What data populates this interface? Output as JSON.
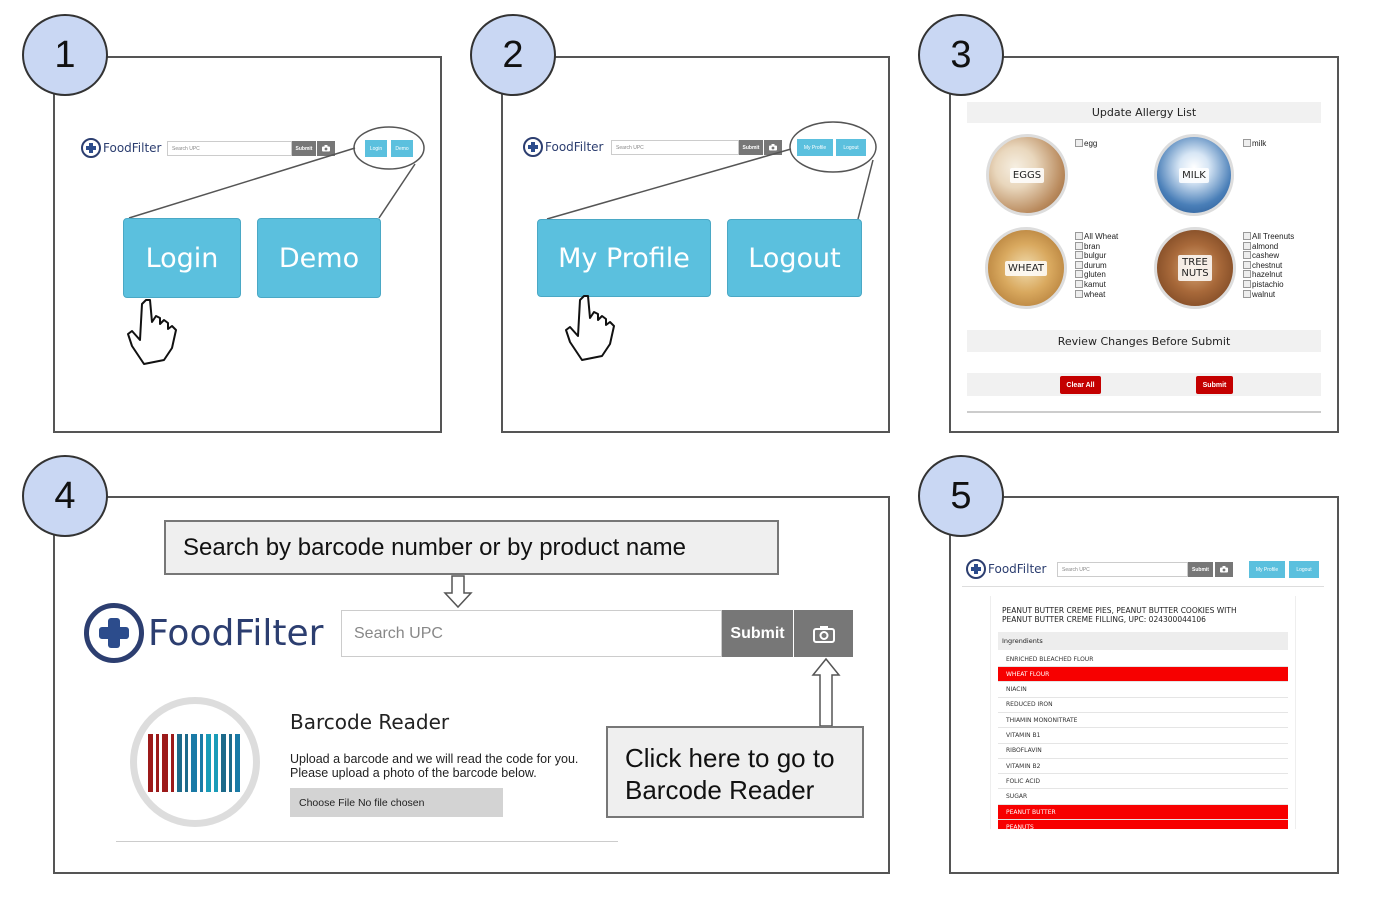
{
  "steps": [
    "1",
    "2",
    "3",
    "4",
    "5"
  ],
  "app": {
    "logo_text": "FoodFilter",
    "search_placeholder": "Search UPC",
    "submit_label": "Submit"
  },
  "panel1": {
    "nav": [
      "Login",
      "Demo"
    ],
    "big_buttons": [
      "Login",
      "Demo"
    ]
  },
  "panel2": {
    "nav": [
      "My Profile",
      "Logout"
    ],
    "big_buttons": [
      "My Profile",
      "Logout"
    ]
  },
  "panel3": {
    "title": "Update Allergy List",
    "foods": [
      {
        "name": "EGGS",
        "options": [
          "egg"
        ]
      },
      {
        "name": "MILK",
        "options": [
          "milk"
        ]
      },
      {
        "name": "WHEAT",
        "options": [
          "All Wheat",
          "bran",
          "bulgur",
          "durum",
          "gluten",
          "kamut",
          "wheat"
        ]
      },
      {
        "name_line1": "TREE",
        "name_line2": "NUTS",
        "options": [
          "All Treenuts",
          "almond",
          "cashew",
          "chestnut",
          "hazelnut",
          "pistachio",
          "walnut"
        ]
      }
    ],
    "review": "Review Changes Before Submit",
    "clear_label": "Clear All",
    "submit_label": "Submit"
  },
  "panel4": {
    "callout_top": "Search by barcode number or by product name",
    "callout_bottom_line1": "Click here to go to",
    "callout_bottom_line2": "Barcode Reader",
    "reader_title": "Barcode Reader",
    "reader_desc_line1": "Upload a barcode and we will read the code for you.",
    "reader_desc_line2": "Please upload a photo of the barcode below.",
    "file_button": "Choose File",
    "file_status": "No file chosen"
  },
  "panel5": {
    "nav": [
      "My Profile",
      "Logout"
    ],
    "product_line1": "PEANUT BUTTER CREME PIES, PEANUT BUTTER COOKIES WITH",
    "product_line2": "PEANUT BUTTER CREME FILLING, UPC: 024300044106",
    "ingredients_header": "Ingrendients",
    "ingredients": [
      {
        "name": "ENRICHED BLEACHED FLOUR",
        "allergen": false
      },
      {
        "name": "WHEAT FLOUR",
        "allergen": true
      },
      {
        "name": "NIACIN",
        "allergen": false
      },
      {
        "name": "REDUCED IRON",
        "allergen": false
      },
      {
        "name": "THIAMIN MONONITRATE",
        "allergen": false
      },
      {
        "name": "VITAMIN B1",
        "allergen": false
      },
      {
        "name": "RIBOFLAVIN",
        "allergen": false
      },
      {
        "name": "VITAMIN B2",
        "allergen": false
      },
      {
        "name": "FOLIC ACID",
        "allergen": false
      },
      {
        "name": "SUGAR",
        "allergen": false
      },
      {
        "name": "PEANUT BUTTER",
        "allergen": true
      },
      {
        "name": "PEANUTS",
        "allergen": true
      }
    ]
  },
  "colors": {
    "accent_button": "#5bc0de",
    "allergen_highlight": "#f70000",
    "step_badge": "#c9d7f3",
    "submit_red": "#c40000"
  }
}
